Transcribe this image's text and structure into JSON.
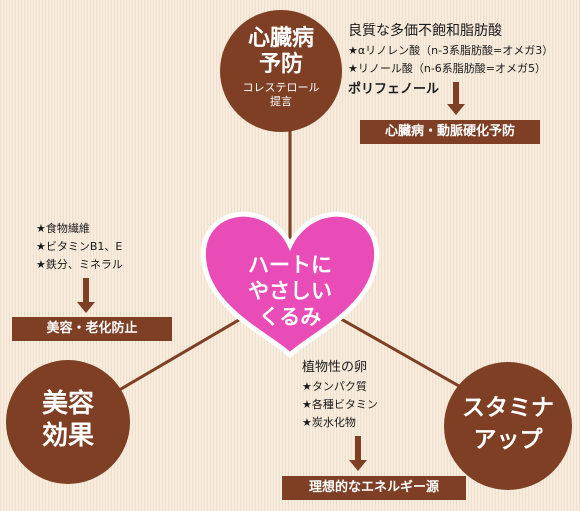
{
  "colors": {
    "brown": "#7e3f24",
    "background": "#f8ecdd",
    "heart": "#e94bb7",
    "heart_border": "#ffffff"
  },
  "center": {
    "icon": "heart-icon",
    "lines": [
      "ハートに",
      "やさしい",
      "くるみ"
    ]
  },
  "heart_prevention": {
    "title_lines": [
      "心臓病",
      "予防"
    ],
    "sub_lines": [
      "コレステロール",
      "提言"
    ],
    "heading": "良質な多価不飽和脂肪酸",
    "items": [
      "★αリノレン酸（n-3系脂肪酸=オメガ3）",
      "★リノール酸（n-6系脂肪酸=オメガ5）"
    ],
    "extra": "ポリフェノール",
    "result": "心臓病・動脈硬化予防"
  },
  "beauty": {
    "title_lines": [
      "美容",
      "効果"
    ],
    "items": [
      "★食物繊維",
      "★ビタミンB1、E",
      "★鉄分、ミネラル"
    ],
    "result": "美容・老化防止"
  },
  "stamina": {
    "title_lines": [
      "スタミナ",
      "アップ"
    ],
    "heading": "植物性の卵",
    "items": [
      "★タンパク質",
      "★各種ビタミン",
      "★炭水化物"
    ],
    "result": "理想的なエネルギー源"
  }
}
